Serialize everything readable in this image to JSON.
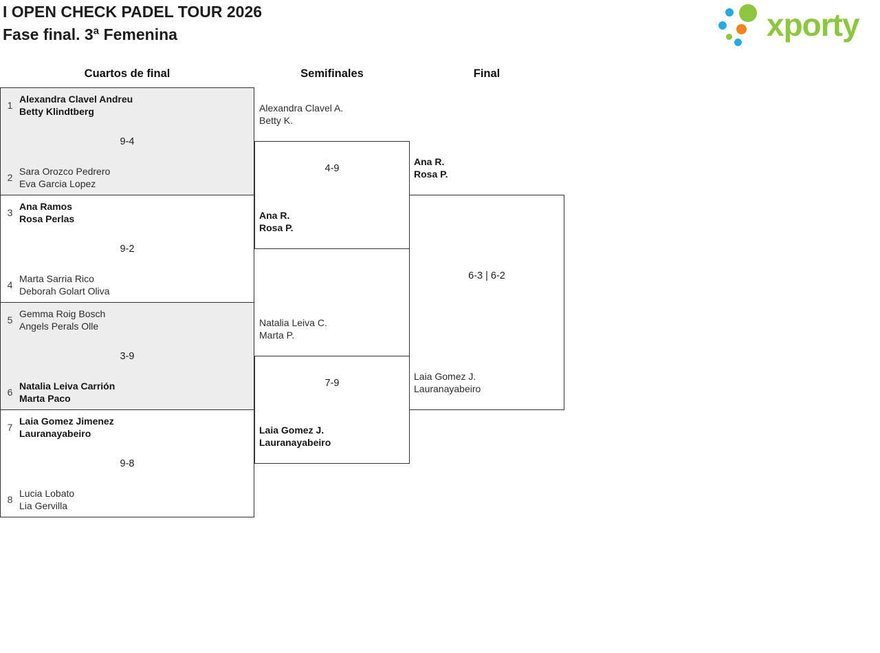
{
  "header": {
    "title": "I OPEN CHECK PADEL TOUR 2026",
    "subtitle": "Fase final. 3ª Femenina",
    "logo_text": "xporty"
  },
  "round_headers": {
    "quarterfinals": "Cuartos de final",
    "semifinals": "Semifinales",
    "final": "Final"
  },
  "colors": {
    "match_alt_bg": "#ededed",
    "border": "#333333",
    "logo_green": "#8dc63f",
    "logo_blue": "#27aae1",
    "logo_orange": "#f58220"
  },
  "quarterfinals": [
    {
      "seed_top": "1",
      "team_top": [
        "Alexandra Clavel Andreu",
        "Betty Klindtberg"
      ],
      "top_winner": true,
      "score": "9-4",
      "seed_bottom": "2",
      "team_bottom": [
        "Sara Orozco Pedrero",
        "Eva Garcia Lopez"
      ],
      "bottom_winner": false
    },
    {
      "seed_top": "3",
      "team_top": [
        "Ana Ramos",
        "Rosa Perlas"
      ],
      "top_winner": true,
      "score": "9-2",
      "seed_bottom": "4",
      "team_bottom": [
        "Marta Sarria Rico",
        "Deborah Golart Oliva"
      ],
      "bottom_winner": false
    },
    {
      "seed_top": "5",
      "team_top": [
        "Gemma Roig Bosch",
        "Angels Perals Olle"
      ],
      "top_winner": false,
      "score": "3-9",
      "seed_bottom": "6",
      "team_bottom": [
        "Natalia Leiva Carrión",
        "Marta Paco"
      ],
      "bottom_winner": true
    },
    {
      "seed_top": "7",
      "team_top": [
        "Laia Gomez Jimenez",
        "Lauranayabeiro"
      ],
      "top_winner": true,
      "score": "9-8",
      "seed_bottom": "8",
      "team_bottom": [
        "Lucia Lobato",
        "Lia Gervilla"
      ],
      "bottom_winner": false
    }
  ],
  "semifinals": [
    {
      "team_top": [
        "Alexandra Clavel A.",
        "Betty K."
      ],
      "top_winner": false,
      "score": "4-9",
      "team_bottom": [
        "Ana R.",
        "Rosa P."
      ],
      "bottom_winner": true
    },
    {
      "team_top": [
        "Natalia Leiva C.",
        "Marta P."
      ],
      "top_winner": false,
      "score": "7-9",
      "team_bottom": [
        "Laia Gomez J.",
        "Lauranayabeiro"
      ],
      "bottom_winner": true
    }
  ],
  "final": {
    "team_top": [
      "Ana R.",
      "Rosa P."
    ],
    "top_winner": true,
    "score": "6-3 | 6-2",
    "team_bottom": [
      "Laia Gomez J.",
      "Lauranayabeiro"
    ],
    "bottom_winner": false
  }
}
